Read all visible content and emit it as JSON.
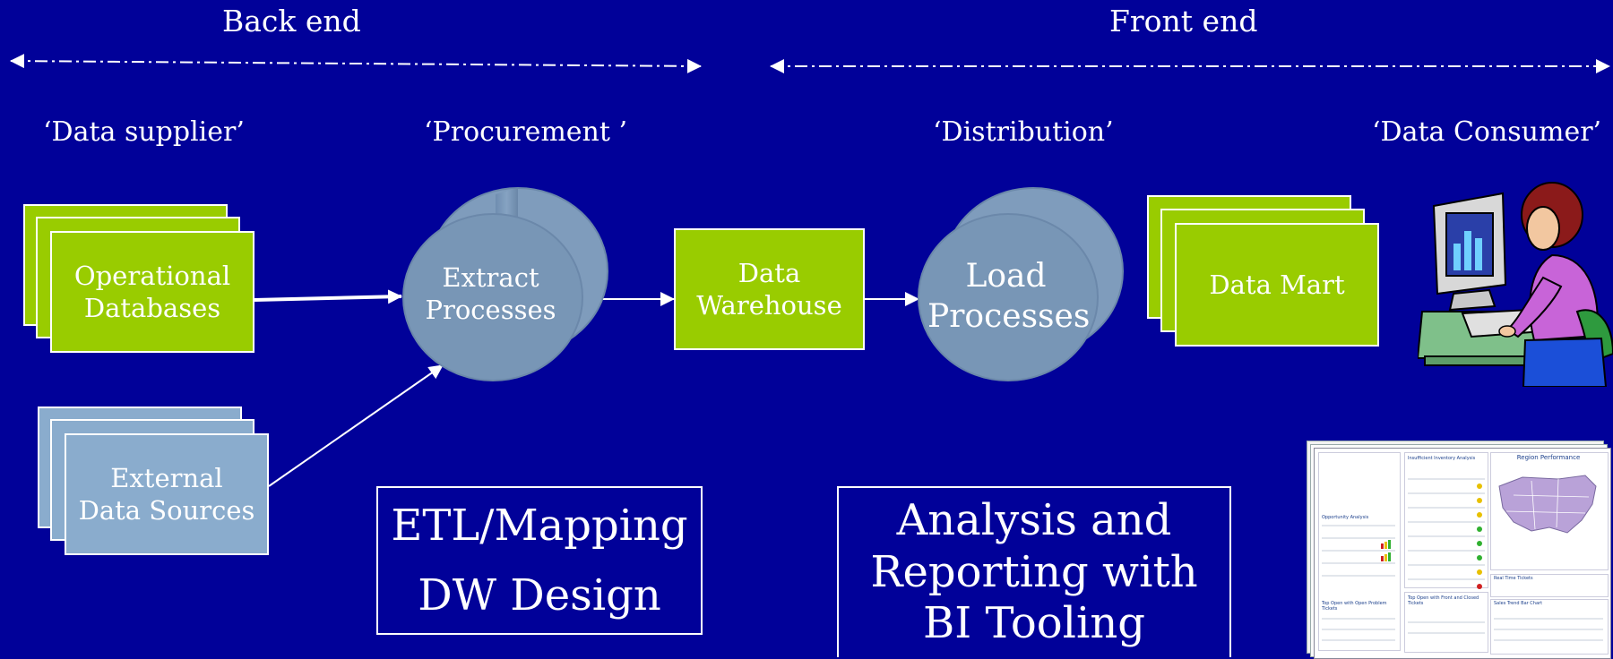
{
  "sections": {
    "back_end": "Back end",
    "front_end": "Front end"
  },
  "roles": {
    "supplier": "‘Data supplier’",
    "procurement": "‘Procurement ’",
    "distribution": "‘Distribution’",
    "consumer": "‘Data Consumer’"
  },
  "nodes": {
    "operational_db": [
      "Operational",
      "Databases"
    ],
    "external_sources": [
      "External",
      "Data Sources"
    ],
    "extract": [
      "Extract",
      "Processes"
    ],
    "warehouse": [
      "Data",
      "Warehouse"
    ],
    "load": [
      "Load",
      "Processes"
    ],
    "data_mart": "Data Mart"
  },
  "captions": {
    "etl": [
      "ETL/Mapping",
      "DW Design"
    ],
    "analysis": [
      "Analysis and",
      "Reporting with",
      "BI Tooling"
    ]
  },
  "report_thumbnail": {
    "title_left": "Insufficient Inventory Analysis",
    "title_right": "Region Performance",
    "panel_a": "Opportunity Analysis",
    "panel_b": "Top Open with Open Problem Tickets",
    "panel_c": "Top Open with Front and Closed Tickets",
    "panel_d": "Real Time Tickets",
    "panel_e": "Sales Trend Bar Chart"
  },
  "colors": {
    "background": "#010199",
    "green_box": "#99cc00",
    "blue_box": "#8aaccd",
    "cylinder": "#7f9db9"
  },
  "icons": {
    "consumer_clipart": "person-at-computer-icon",
    "dashboard": "report-dashboard-icon"
  }
}
